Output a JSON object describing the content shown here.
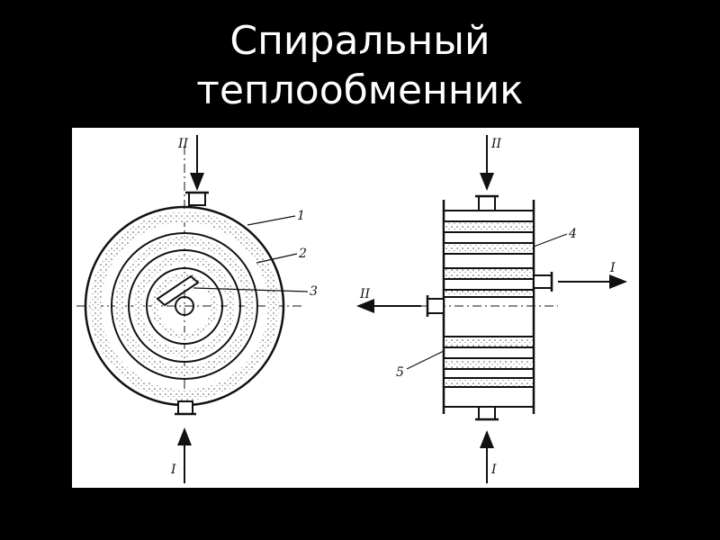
{
  "slide": {
    "title_line1": "Спиральный",
    "title_line2": "теплообменник"
  },
  "figure": {
    "flow_labels": {
      "left_top": "II",
      "left_bottom": "I",
      "right_top": "II",
      "right_bottom": "I",
      "right_out_I": "I",
      "right_out_II": "II"
    },
    "part_labels": {
      "p1": "1",
      "p2": "2",
      "p3": "3",
      "p4": "4",
      "p5": "5"
    }
  }
}
